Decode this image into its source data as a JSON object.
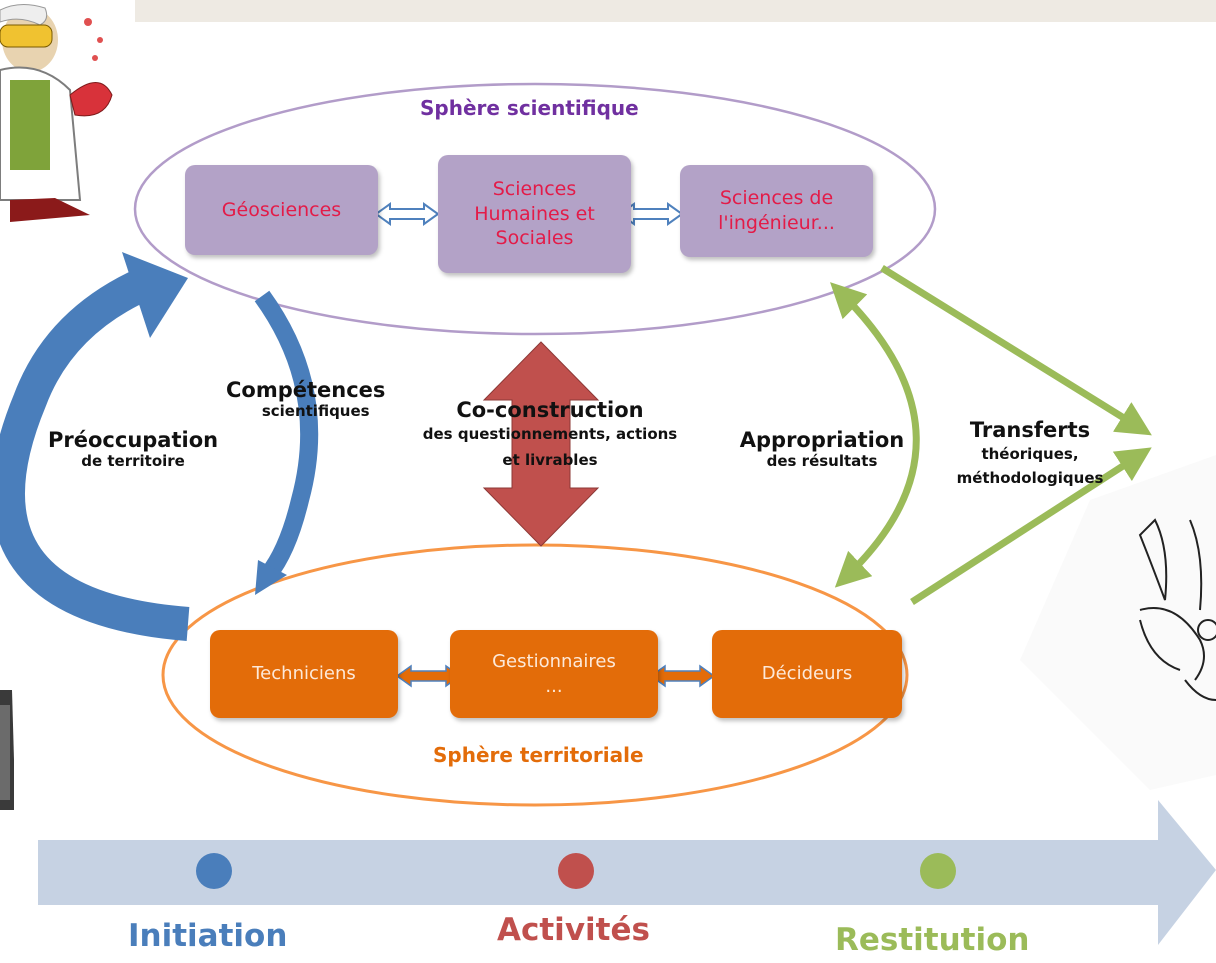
{
  "spheres": {
    "scientifique": {
      "title": "Sphère scientifique",
      "color": "#7030a0",
      "boxes": [
        "Géosciences",
        "Sciences\nHumaines et\nSociales",
        "Sciences de\nl'ingénieur..."
      ]
    },
    "territoriale": {
      "title": "Sphère territoriale",
      "color": "#e36c09",
      "boxes": [
        "Techniciens",
        "Gestionnaires\n...",
        "Décideurs"
      ]
    }
  },
  "flows": {
    "preoccupation": {
      "title": "Préoccupation",
      "sub": "de territoire"
    },
    "competences": {
      "title": "Compétences",
      "sub": "scientifiques"
    },
    "coconstruction": {
      "title": "Co-construction",
      "sub": "des questionnements, actions\net  livrables"
    },
    "appropriation": {
      "title": "Appropriation",
      "sub": "des résultats"
    },
    "transferts": {
      "title": "Transferts",
      "sub": "théoriques,\nméthodologiques"
    }
  },
  "timeline": [
    {
      "label": "Initiation",
      "color": "#4a7ebb"
    },
    {
      "label": "Activités",
      "color": "#c0504d"
    },
    {
      "label": "Restitution",
      "color": "#9bbb59"
    }
  ],
  "illustrations": [
    "scientist-cartoon",
    "hand-drawing",
    "figure-partial"
  ]
}
